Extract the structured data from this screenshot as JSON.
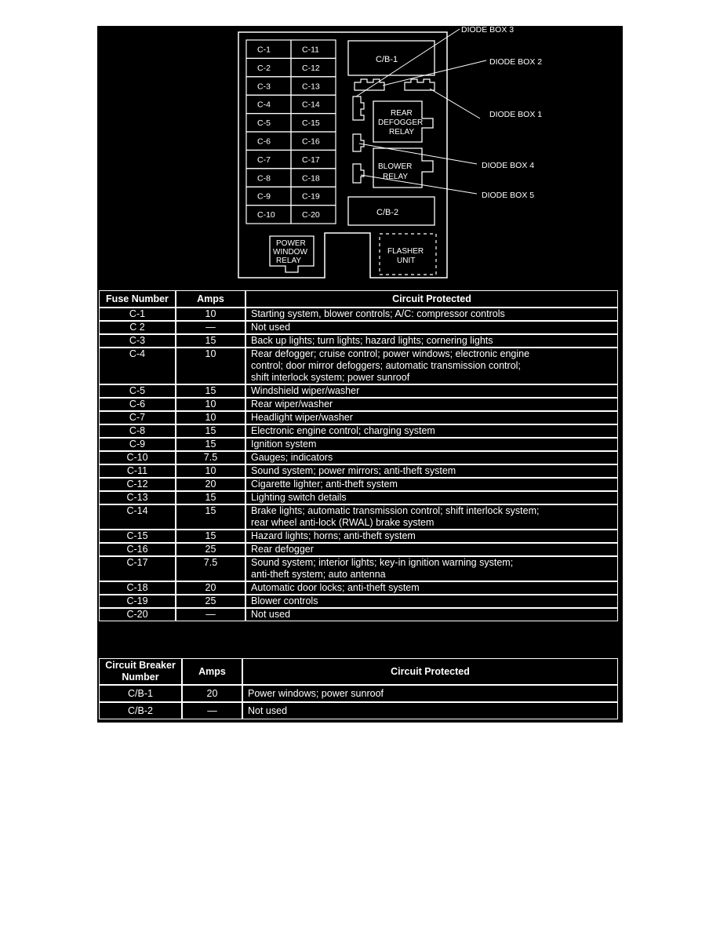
{
  "diagram": {
    "fuses_left": [
      "C-1",
      "C-2",
      "C-3",
      "C-4",
      "C-5",
      "C-6",
      "C-7",
      "C-8",
      "C-9",
      "C-10"
    ],
    "fuses_right": [
      "C-11",
      "C-12",
      "C-13",
      "C-14",
      "C-15",
      "C-16",
      "C-17",
      "C-18",
      "C-19",
      "C-20"
    ],
    "cb1": "C/B-1",
    "cb2": "C/B-2",
    "rear_defogger_relay": [
      "REAR",
      "DEFOGGER",
      "RELAY"
    ],
    "blower_relay": [
      "BLOWER",
      "RELAY"
    ],
    "power_window_relay": [
      "POWER",
      "WINDOW",
      "RELAY"
    ],
    "flasher_unit": [
      "FLASHER",
      "UNIT"
    ],
    "callouts": {
      "diode_box_3": "DIODE BOX 3",
      "diode_box_2": "DIODE BOX 2",
      "diode_box_1": "DIODE BOX 1",
      "diode_box_4": "DIODE BOX 4",
      "diode_box_5": "DIODE BOX 5"
    }
  },
  "fuse_table": {
    "headers": [
      "Fuse Number",
      "Amps",
      "Circuit Protected"
    ],
    "rows": [
      {
        "fuse": "C-1",
        "amps": "10",
        "lines": [
          "Starting system, blower controls; A/C: compressor controls"
        ]
      },
      {
        "fuse": "C 2",
        "amps": "—",
        "lines": [
          "Not used"
        ]
      },
      {
        "fuse": "C-3",
        "amps": "15",
        "lines": [
          "Back up lights; turn lights; hazard lights; cornering lights"
        ]
      },
      {
        "fuse": "C-4",
        "amps": "10",
        "lines": [
          "Rear defogger; cruise control; power windows; electronic engine",
          "control; door mirror defoggers; automatic transmission control;",
          "shift interlock system; power sunroof"
        ]
      },
      {
        "fuse": "C-5",
        "amps": "15",
        "lines": [
          "Windshield wiper/washer"
        ]
      },
      {
        "fuse": "C-6",
        "amps": "10",
        "lines": [
          "Rear wiper/washer"
        ]
      },
      {
        "fuse": "C-7",
        "amps": "10",
        "lines": [
          "Headlight wiper/washer"
        ]
      },
      {
        "fuse": "C-8",
        "amps": "15",
        "lines": [
          "Electronic engine control; charging system"
        ]
      },
      {
        "fuse": "C-9",
        "amps": "15",
        "lines": [
          "Ignition system"
        ]
      },
      {
        "fuse": "C-10",
        "amps": "7.5",
        "lines": [
          "Gauges; indicators"
        ]
      },
      {
        "fuse": "C-11",
        "amps": "10",
        "lines": [
          "Sound system; power mirrors; anti-theft system"
        ]
      },
      {
        "fuse": "C-12",
        "amps": "20",
        "lines": [
          "Cigarette lighter; anti-theft system"
        ]
      },
      {
        "fuse": "C-13",
        "amps": "15",
        "lines": [
          "Lighting switch details"
        ]
      },
      {
        "fuse": "C-14",
        "amps": "15",
        "lines": [
          "Brake lights; automatic transmission control; shift interlock system;",
          "rear wheel anti-lock (RWAL) brake system"
        ]
      },
      {
        "fuse": "C-15",
        "amps": "15",
        "lines": [
          "Hazard lights; horns; anti-theft system"
        ]
      },
      {
        "fuse": "C-16",
        "amps": "25",
        "lines": [
          "Rear defogger"
        ]
      },
      {
        "fuse": "C-17",
        "amps": "7.5",
        "lines": [
          "Sound system; interior lights; key-in ignition warning system;",
          "anti-theft system; auto antenna"
        ]
      },
      {
        "fuse": "C-18",
        "amps": "20",
        "lines": [
          "Automatic door locks; anti-theft system"
        ]
      },
      {
        "fuse": "C-19",
        "amps": "25",
        "lines": [
          "Blower controls"
        ]
      },
      {
        "fuse": "C-20",
        "amps": "—",
        "lines": [
          "Not used"
        ]
      }
    ]
  },
  "cb_table": {
    "headers": [
      "Circuit Breaker Number",
      "Amps",
      "Circuit Protected"
    ],
    "rows": [
      {
        "fuse": "C/B-1",
        "amps": "20",
        "lines": [
          "Power windows; power sunroof"
        ]
      },
      {
        "fuse": "C/B-2",
        "amps": "—",
        "lines": [
          "Not used"
        ]
      }
    ]
  }
}
